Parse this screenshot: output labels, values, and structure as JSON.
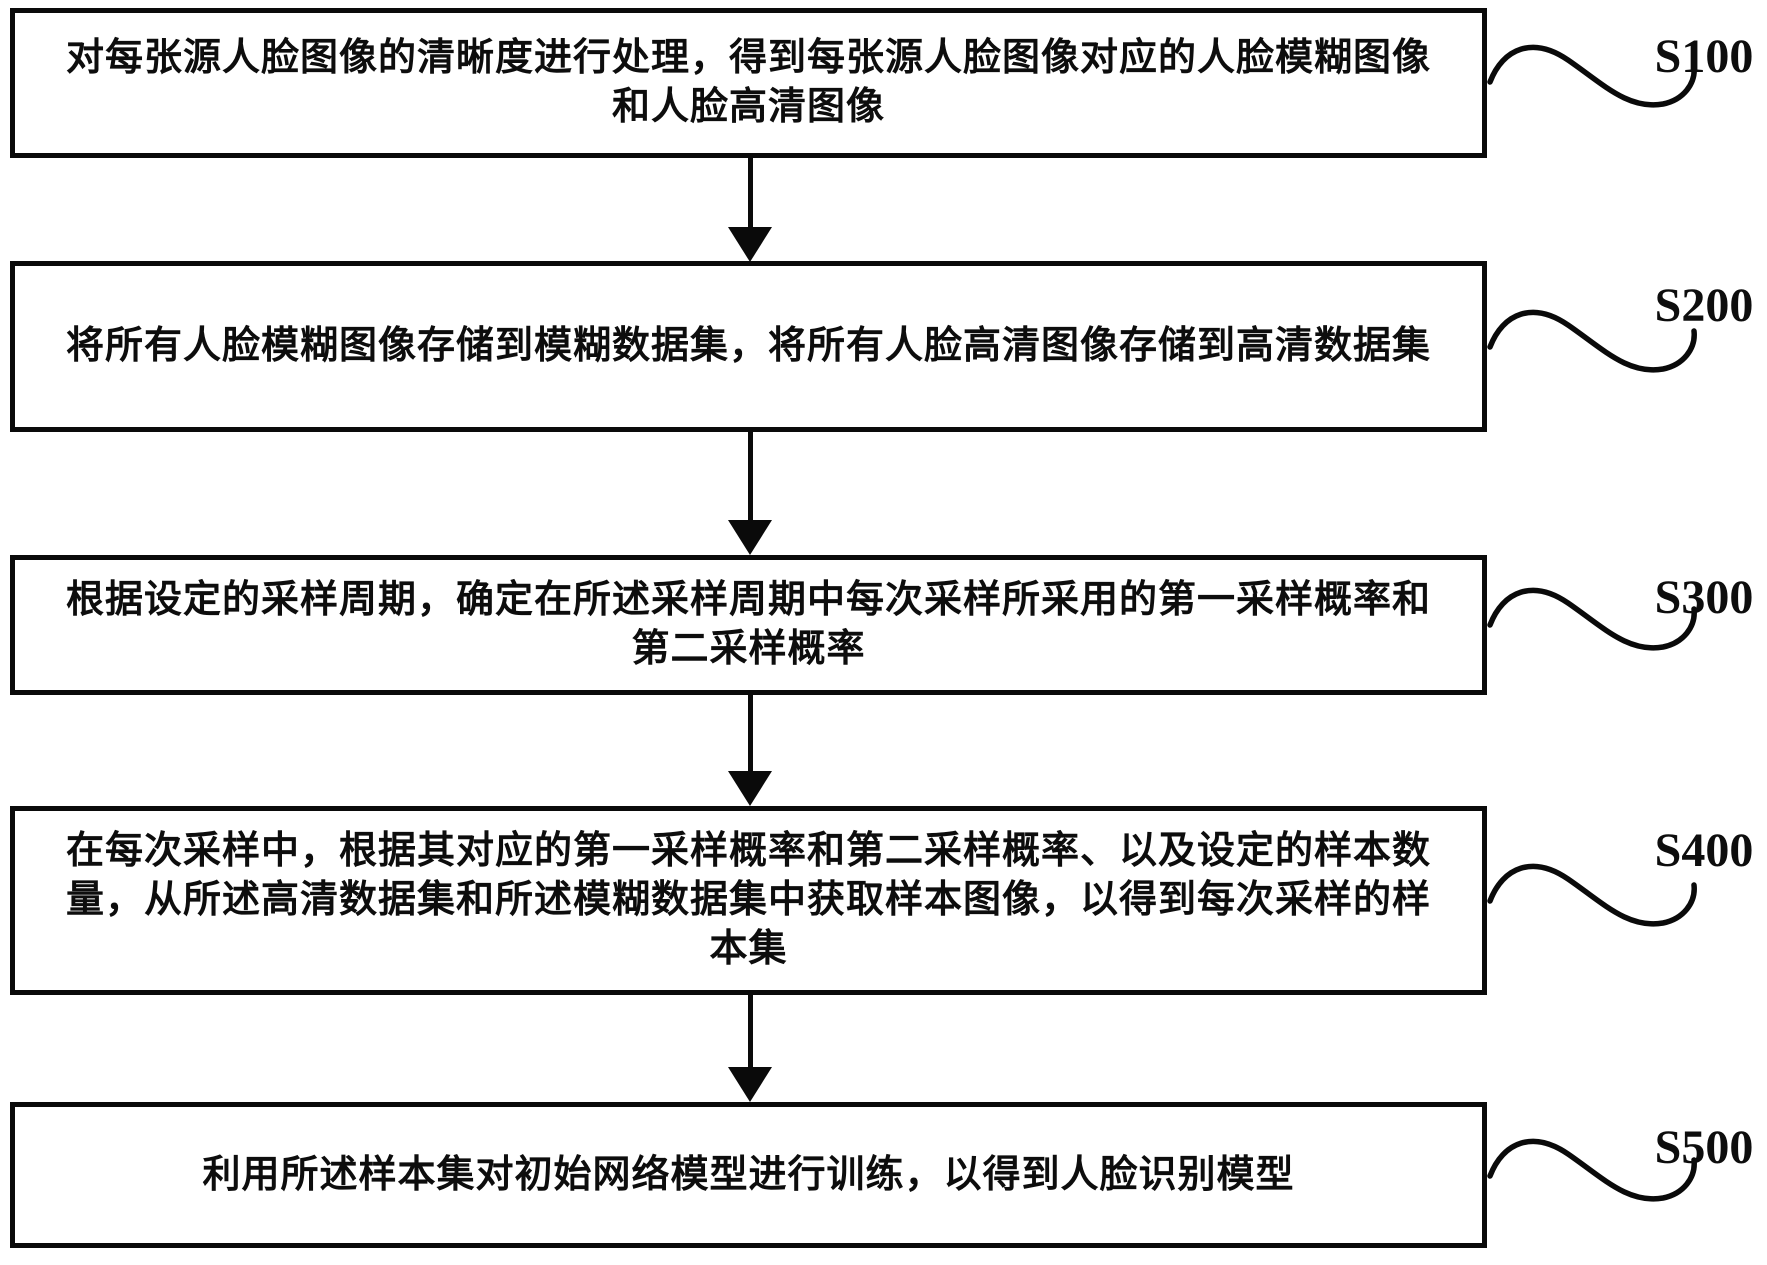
{
  "diagram": {
    "type": "flowchart",
    "colors": {
      "line": "#0a0a0a",
      "background": "#ffffff"
    },
    "steps": [
      {
        "label": "S100",
        "lines": [
          "对每张源人脸图像的清晰度进行处理，得到每张源人脸图像对应的人脸模糊图像",
          "和人脸高清图像"
        ]
      },
      {
        "label": "S200",
        "lines": [
          "将所有人脸模糊图像存储到模糊数据集，将所有人脸高清图像存储到高清数据集"
        ]
      },
      {
        "label": "S300",
        "lines": [
          "根据设定的采样周期，确定在所述采样周期中每次采样所采用的第一采样概率和",
          "第二采样概率"
        ]
      },
      {
        "label": "S400",
        "lines": [
          "在每次采样中，根据其对应的第一采样概率和第二采样概率、以及设定的样本数",
          "量，从所述高清数据集和所述模糊数据集中获取样本图像，以得到每次采样的样",
          "本集"
        ]
      },
      {
        "label": "S500",
        "lines": [
          "利用所述样本集对初始网络模型进行训练，以得到人脸识别模型"
        ]
      }
    ]
  }
}
